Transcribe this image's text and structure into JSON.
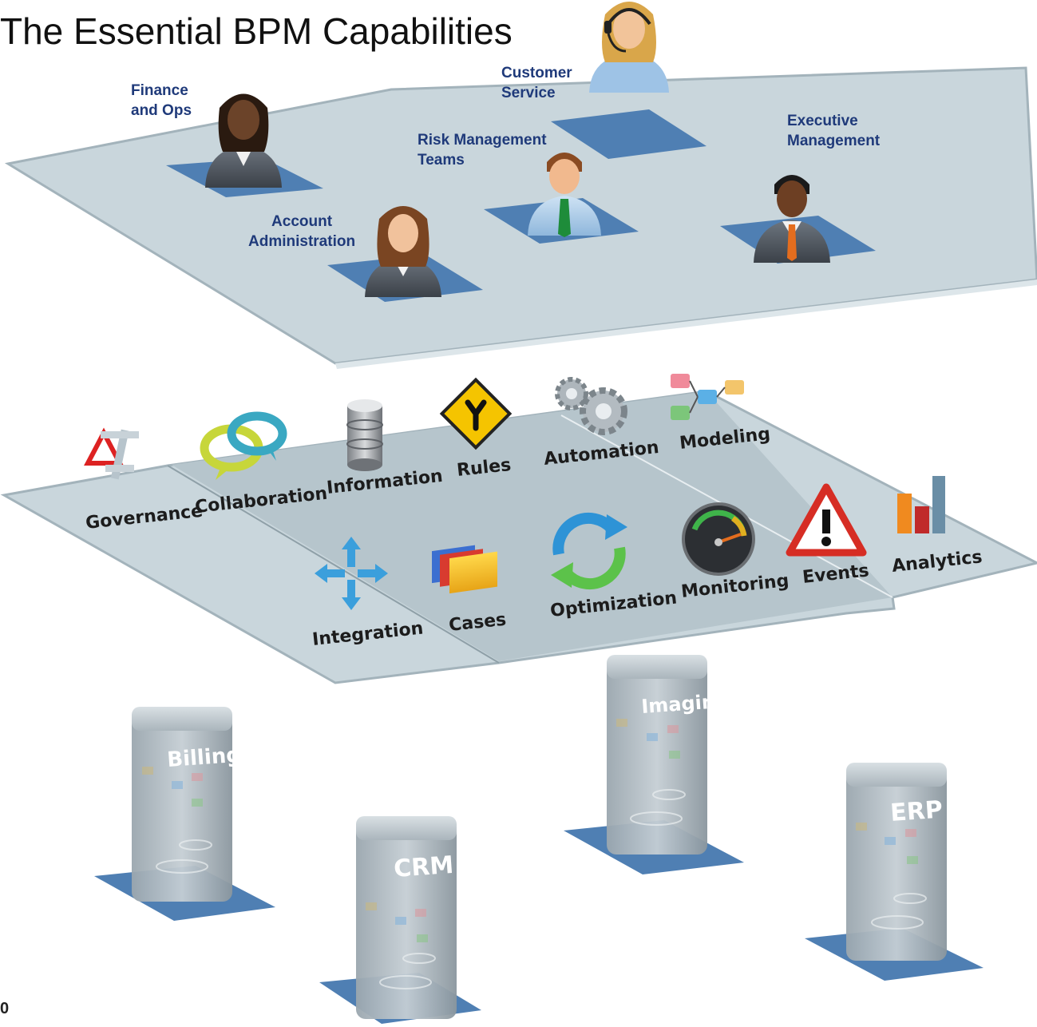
{
  "title": "The Essential BPM Capabilities",
  "page_number": "0",
  "roles": [
    {
      "line1": "Finance",
      "line2": "and Ops"
    },
    {
      "line1": "Customer",
      "line2": "Service"
    },
    {
      "line1": "Risk Management",
      "line2": "Teams"
    },
    {
      "line1": "Executive",
      "line2": "Management"
    },
    {
      "line1": "Account",
      "line2": "Administration"
    }
  ],
  "capabilities": [
    {
      "label": "Governance",
      "icon": "governance-icon"
    },
    {
      "label": "Collaboration",
      "icon": "collaboration-icon"
    },
    {
      "label": "Information",
      "icon": "database-icon"
    },
    {
      "label": "Rules",
      "icon": "fork-sign-icon"
    },
    {
      "label": "Automation",
      "icon": "gears-icon"
    },
    {
      "label": "Modeling",
      "icon": "flowchart-icon"
    },
    {
      "label": "Integration",
      "icon": "arrows-converge-icon"
    },
    {
      "label": "Cases",
      "icon": "folders-icon"
    },
    {
      "label": "Optimization",
      "icon": "refresh-cycle-icon"
    },
    {
      "label": "Monitoring",
      "icon": "gauge-icon"
    },
    {
      "label": "Events",
      "icon": "warning-icon"
    },
    {
      "label": "Analytics",
      "icon": "bar-chart-icon"
    }
  ],
  "systems": [
    {
      "label": "Billing"
    },
    {
      "label": "CRM"
    },
    {
      "label": "Imaging"
    },
    {
      "label": "ERP"
    }
  ],
  "colors": {
    "platform_fill": "#c9d6dc",
    "platform_edge": "#a3b3bb",
    "inner_platform": "#b6c5cc",
    "pad_fill": "#4f7fb3",
    "label_blue": "#1f3a7a"
  }
}
